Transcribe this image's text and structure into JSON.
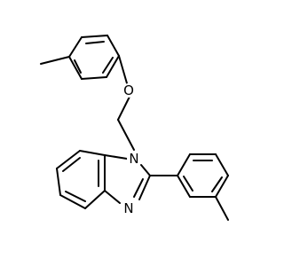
{
  "molecule": {
    "atoms": {
      "oxygen": "O",
      "n1": "N",
      "n3": "N"
    },
    "colors": {
      "bond": "#000000",
      "background": "#ffffff"
    }
  }
}
